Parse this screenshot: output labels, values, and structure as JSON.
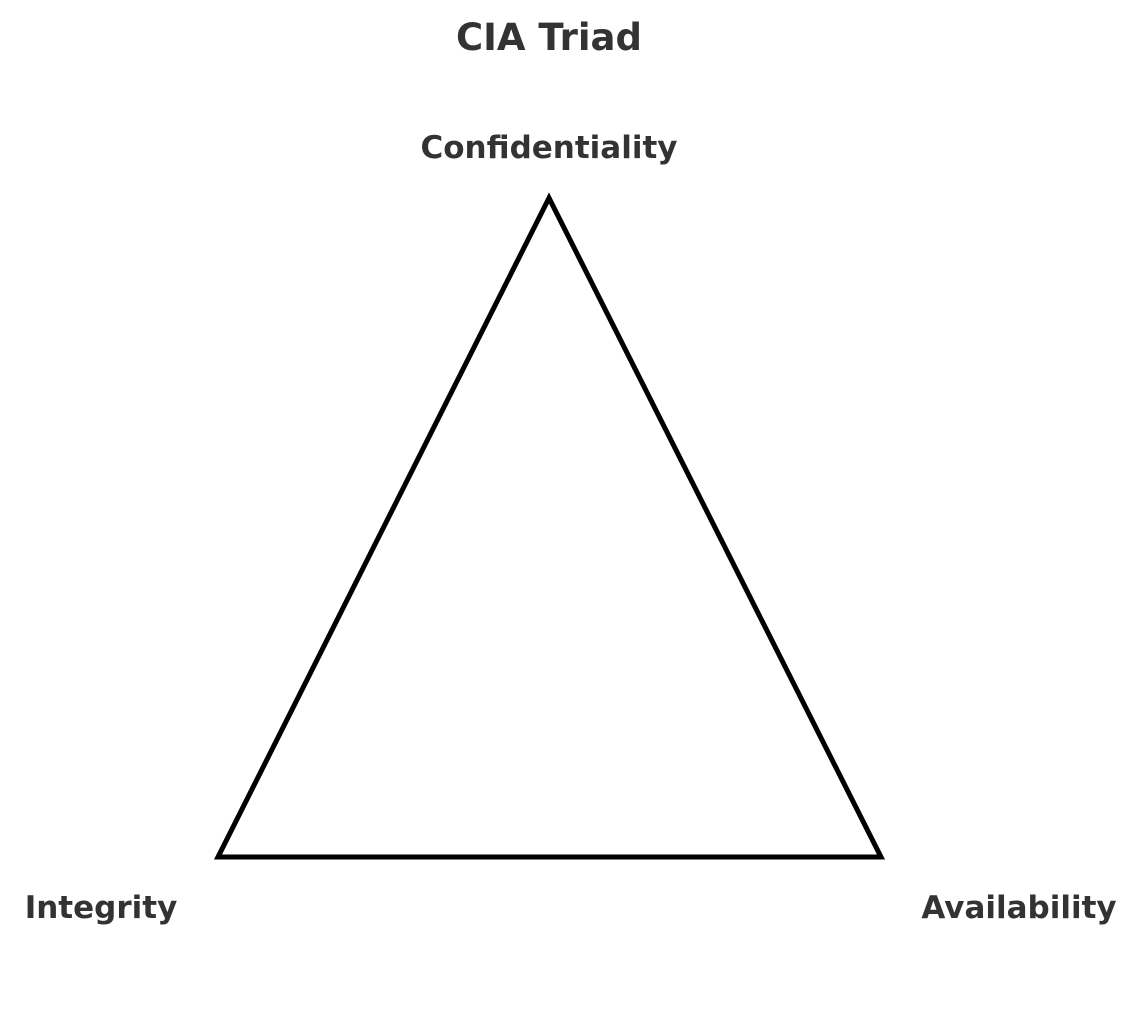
{
  "diagram": {
    "title": "CIA Triad",
    "shape": "triangle",
    "stroke_color": "#000000",
    "text_color": "#333333",
    "vertices": [
      {
        "id": "top",
        "label": "Confidentiality"
      },
      {
        "id": "bottom-left",
        "label": "Integrity"
      },
      {
        "id": "bottom-right",
        "label": "Availability"
      }
    ]
  }
}
